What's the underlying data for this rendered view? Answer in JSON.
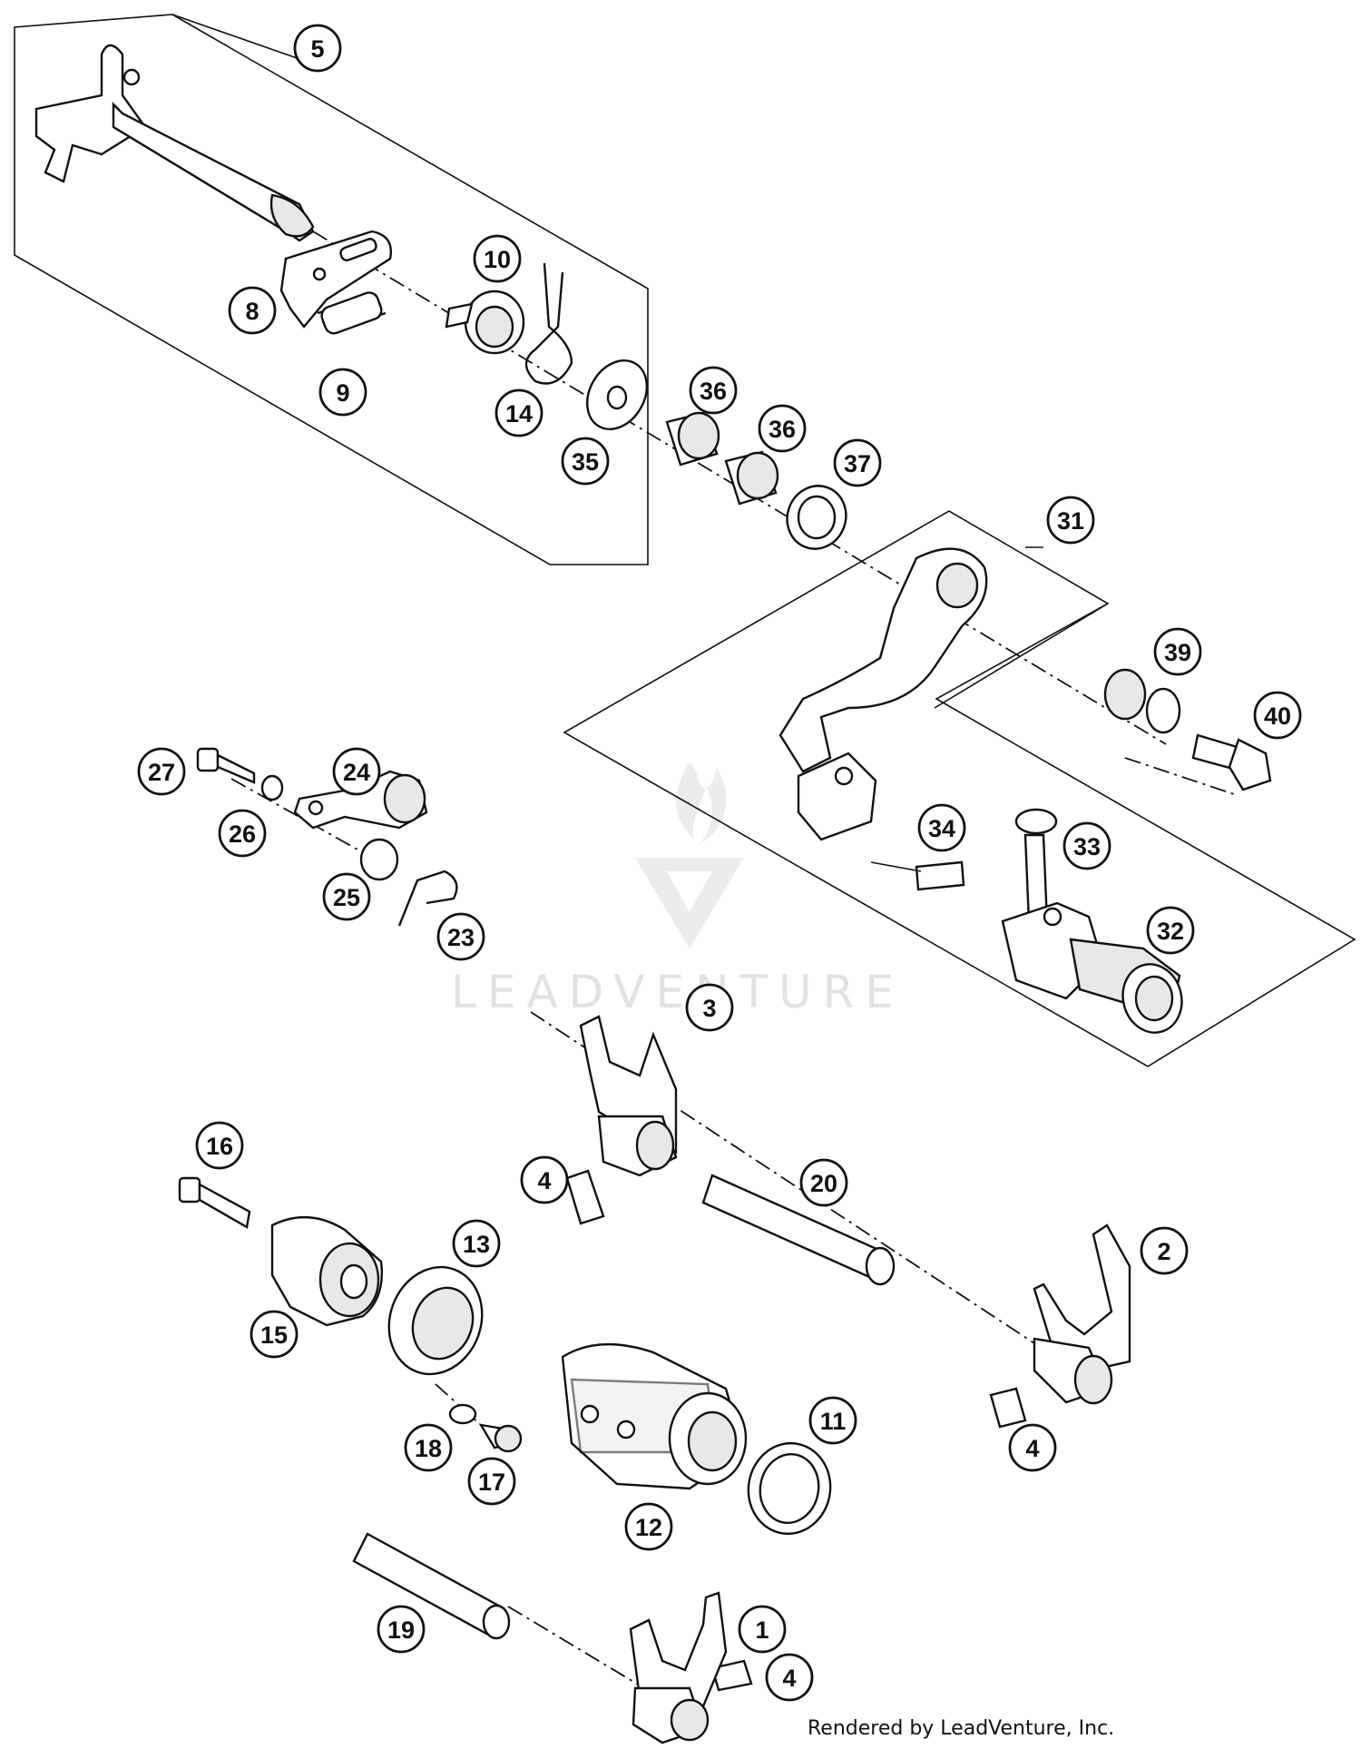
{
  "watermark": {
    "text": "LEADVENTURE"
  },
  "credit": "Rendered by LeadVenture, Inc.",
  "callouts": [
    {
      "id": "c5",
      "label": "5"
    },
    {
      "id": "c10",
      "label": "10"
    },
    {
      "id": "c8",
      "label": "8"
    },
    {
      "id": "c9",
      "label": "9"
    },
    {
      "id": "c14",
      "label": "14"
    },
    {
      "id": "c35",
      "label": "35"
    },
    {
      "id": "c36a",
      "label": "36"
    },
    {
      "id": "c36b",
      "label": "36"
    },
    {
      "id": "c37",
      "label": "37"
    },
    {
      "id": "c31",
      "label": "31"
    },
    {
      "id": "c39",
      "label": "39"
    },
    {
      "id": "c40",
      "label": "40"
    },
    {
      "id": "c27",
      "label": "27"
    },
    {
      "id": "c24",
      "label": "24"
    },
    {
      "id": "c26",
      "label": "26"
    },
    {
      "id": "c25",
      "label": "25"
    },
    {
      "id": "c23",
      "label": "23"
    },
    {
      "id": "c34",
      "label": "34"
    },
    {
      "id": "c33",
      "label": "33"
    },
    {
      "id": "c32",
      "label": "32"
    },
    {
      "id": "c3",
      "label": "3"
    },
    {
      "id": "c16",
      "label": "16"
    },
    {
      "id": "c4a",
      "label": "4"
    },
    {
      "id": "c20",
      "label": "20"
    },
    {
      "id": "c2",
      "label": "2"
    },
    {
      "id": "c13",
      "label": "13"
    },
    {
      "id": "c15",
      "label": "15"
    },
    {
      "id": "c11",
      "label": "11"
    },
    {
      "id": "c4b",
      "label": "4"
    },
    {
      "id": "c18",
      "label": "18"
    },
    {
      "id": "c17",
      "label": "17"
    },
    {
      "id": "c12",
      "label": "12"
    },
    {
      "id": "c19",
      "label": "19"
    },
    {
      "id": "c1",
      "label": "1"
    },
    {
      "id": "c4c",
      "label": "4"
    }
  ]
}
